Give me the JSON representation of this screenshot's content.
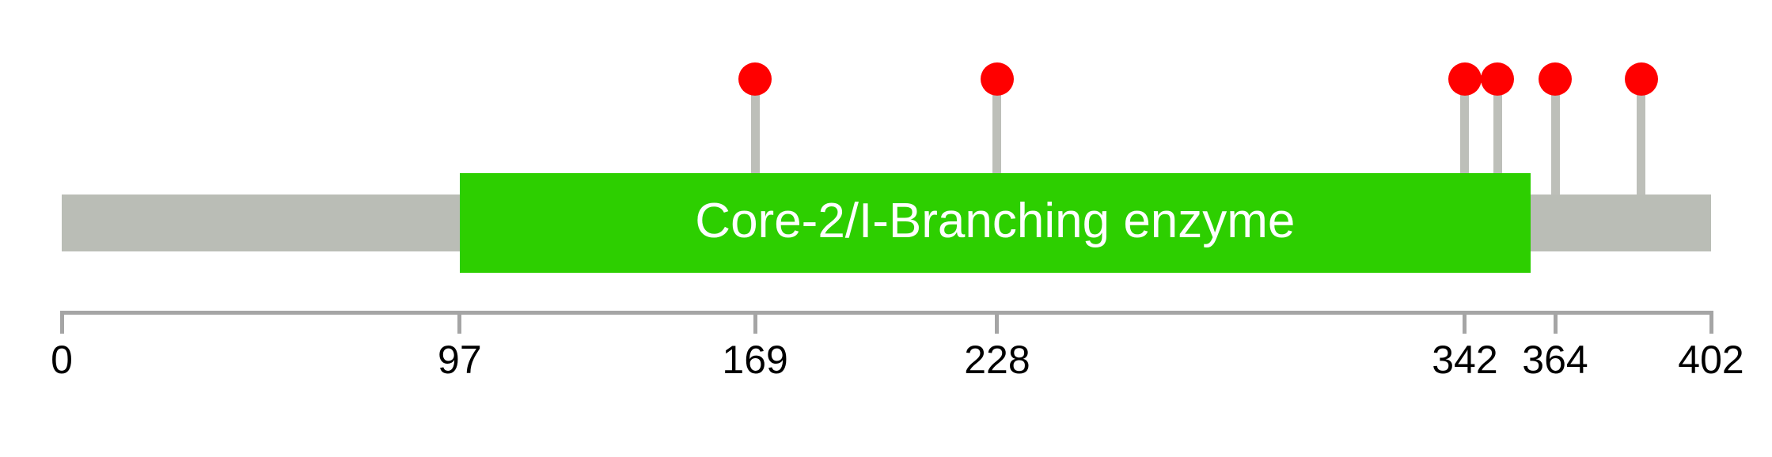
{
  "figure": {
    "domain_label": "Core-2/I-Branching enzyme",
    "colors": {
      "background": "#ffffff",
      "backbone": "#babdb6",
      "stem": "#bdbfb9",
      "marker": "#ff0000",
      "domain_fill": "#2dcf00",
      "domain_text": "#ffffff",
      "axis": "#a5a5a5",
      "tick_label": "#000000"
    }
  },
  "chart_data": {
    "type": "lollipop",
    "title": "",
    "xlabel": "",
    "ylabel": "",
    "protein_length": 402,
    "xlim": [
      0,
      402
    ],
    "grid": false,
    "legend_position": "none",
    "axis_ticks": [
      {
        "value": 0,
        "label": "0"
      },
      {
        "value": 97,
        "label": "97"
      },
      {
        "value": 169,
        "label": "169"
      },
      {
        "value": 228,
        "label": "228"
      },
      {
        "value": 342,
        "label": "342"
      },
      {
        "value": 364,
        "label": "364"
      },
      {
        "value": 402,
        "label": "402"
      }
    ],
    "domains": [
      {
        "label": "Core-2/I-Branching enzyme",
        "start": 97,
        "end": 358,
        "color": "#2dcf00"
      }
    ],
    "mutations": [
      {
        "position": 169,
        "color": "#ff0000"
      },
      {
        "position": 228,
        "color": "#ff0000"
      },
      {
        "position": 342,
        "color": "#ff0000"
      },
      {
        "position": 350,
        "color": "#ff0000"
      },
      {
        "position": 364,
        "color": "#ff0000"
      },
      {
        "position": 385,
        "color": "#ff0000"
      }
    ]
  }
}
